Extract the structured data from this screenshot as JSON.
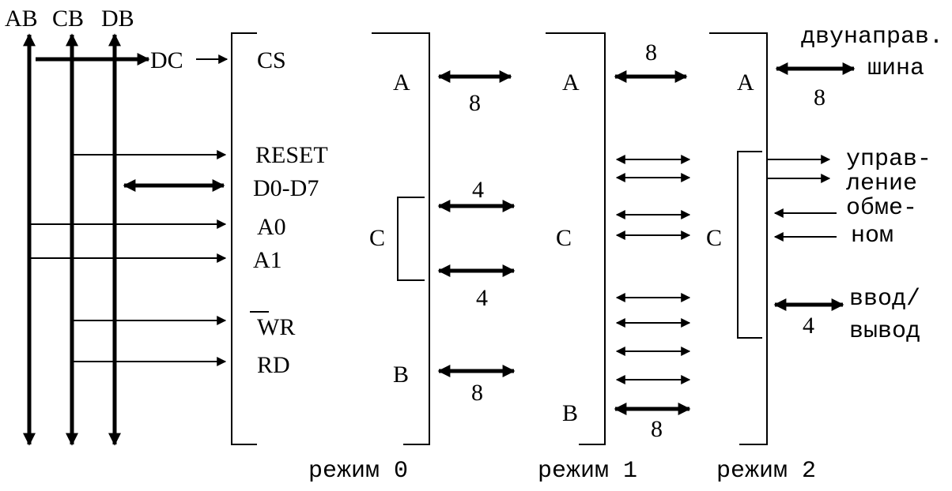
{
  "buses": {
    "ab": "AB",
    "cb": "CB",
    "db": "DB"
  },
  "decoder": {
    "dc": "DC"
  },
  "pins": {
    "cs": "CS",
    "reset": "RESET",
    "data": "D0-D7",
    "a0": "A0",
    "a1": "A1",
    "wr": "WR",
    "rd": "RD"
  },
  "mode0": {
    "caption": "режим 0",
    "port_a": "A",
    "port_c": "C",
    "port_b": "B",
    "width_a": "8",
    "width_c_upper": "4",
    "width_c_lower": "4",
    "width_b": "8"
  },
  "mode1": {
    "caption": "режим 1",
    "port_a": "A",
    "port_c": "C",
    "port_b": "B",
    "width_a": "8",
    "width_b": "8"
  },
  "mode2": {
    "caption": "режим 2",
    "port_a": "A",
    "port_c": "C",
    "width_a": "8",
    "bidir_label_line1": "двунаправ.",
    "bidir_label_line2": "шина",
    "control_label_line1": "управ-",
    "control_label_line2": "ление",
    "control_label_line3": "обме-",
    "control_label_line4": "ном",
    "io_label_line1": "ввод/",
    "io_label_line2": "вывод",
    "io_width": "4"
  }
}
